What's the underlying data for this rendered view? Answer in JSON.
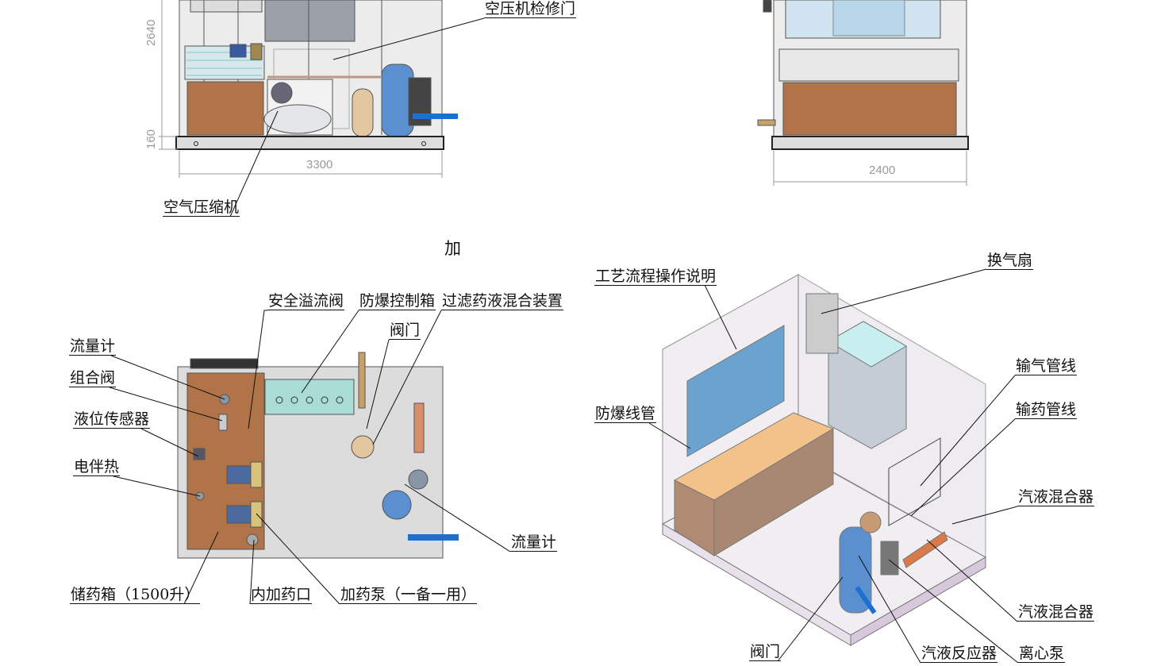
{
  "section_title": "加",
  "front_view": {
    "dimensions": {
      "height": "2640",
      "base": "160",
      "width": "3300"
    },
    "labels": {
      "compressor_door": "空压机检修门",
      "air_compressor": "空气压缩机"
    }
  },
  "side_view": {
    "dimensions": {
      "width": "2400"
    }
  },
  "plan_view": {
    "labels": {
      "safety_relief_valve": "安全溢流阀",
      "explosion_proof_box": "防爆控制箱",
      "filter_mixing_device": "过滤药液混合装置",
      "valve": "阀门",
      "flowmeter_left": "流量计",
      "combination_valve": "组合阀",
      "level_sensor": "液位传感器",
      "electric_heat_tracing": "电伴热",
      "flowmeter_right": "流量计",
      "storage_tank": "储药箱（1500升）",
      "inner_dosing_port": "内加药口",
      "dosing_pump": "加药泵（一备一用）"
    }
  },
  "iso_view": {
    "labels": {
      "process_instructions": "工艺流程操作说明",
      "ventilation_fan": "换气扇",
      "explosion_proof_conduit": "防爆线管",
      "gas_pipeline": "输气管线",
      "chemical_pipeline": "输药管线",
      "gas_liquid_mixer_1": "汽液混合器",
      "gas_liquid_mixer_2": "汽液混合器",
      "valve": "阀门",
      "gas_liquid_reactor": "汽液反应器",
      "centrifugal_pump": "离心泵"
    }
  },
  "colors": {
    "tank": "#b07448",
    "vessel_blue": "#5a8fd0",
    "panel_blue": "#c8eef0",
    "tan": "#e2c7a0",
    "floor_orange": "#f3c18a"
  }
}
